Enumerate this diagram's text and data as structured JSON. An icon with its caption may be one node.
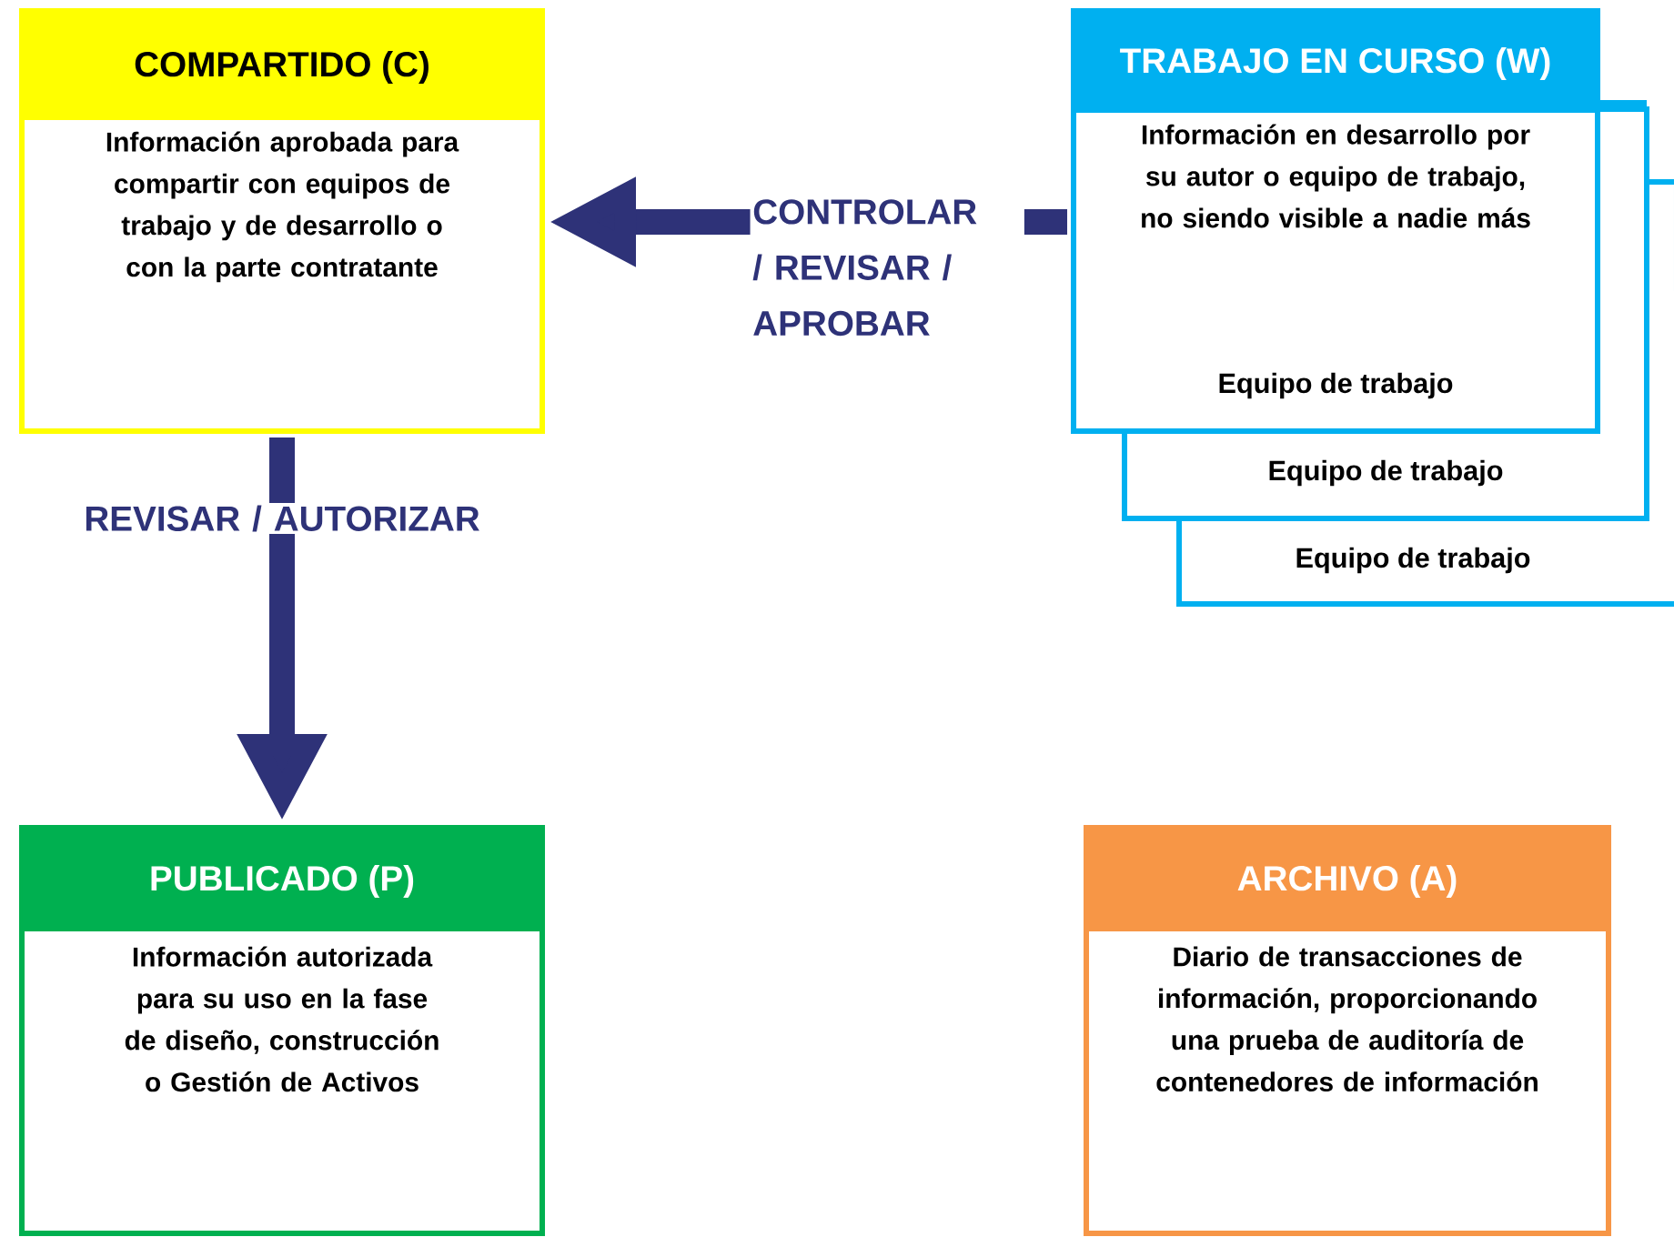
{
  "diagram": {
    "nodes": [
      {
        "text": [
          "COMPARTIDO (C)",
          "Información aprobada para compartir con equipos de trabajo y de desarrollo o con la parte contratante"
        ]
      },
      {
        "text": [
          "TRABAJO EN CURSO (W)",
          "Información en desarrollo por su autor o equipo de trabajo, no siendo visible a nadie más",
          "Equipo de trabajo"
        ]
      },
      {
        "text": [
          "Equipo de trabajo"
        ]
      },
      {
        "text": [
          "Equipo de trabajo"
        ]
      },
      {
        "text": [
          "PUBLICADO (P)",
          "Información autorizada para su uso en la fase de diseño, construcción o Gestión de Activos"
        ]
      },
      {
        "text": [
          "ARCHIVO (A)",
          "Diario de transacciones de información, proporcionando una prueba de auditoría de contenedores de información"
        ]
      }
    ],
    "edges": [
      {
        "from": 1,
        "to": 0,
        "arrow": "to",
        "label": "CONTROLAR / REVISAR / APROBAR"
      },
      {
        "from": 0,
        "to": 4,
        "arrow": "to",
        "label": "REVISAR / AUTORIZAR"
      }
    ]
  }
}
